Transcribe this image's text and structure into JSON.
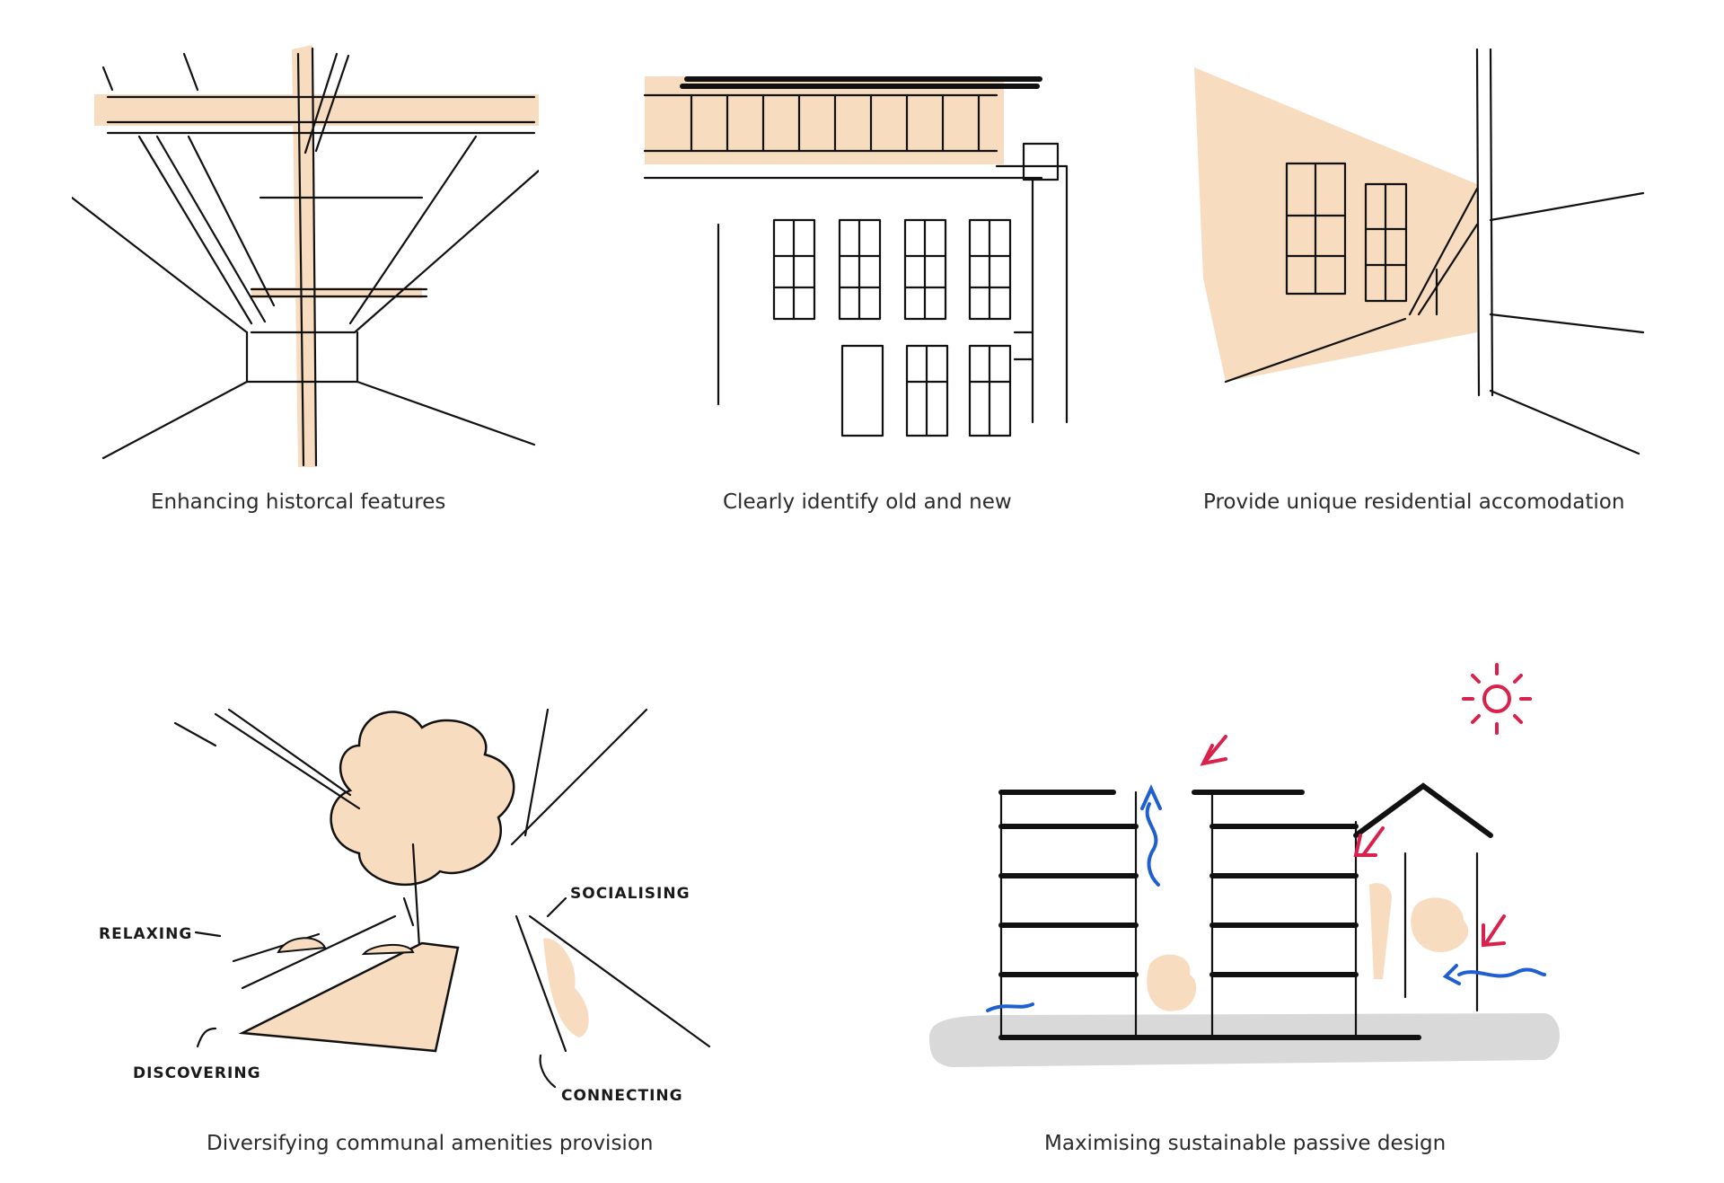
{
  "captions": {
    "p1": "Enhancing historcal features",
    "p2": "Clearly identify old and new",
    "p3": "Provide unique residential accomodation",
    "p4": "Diversifying communal amenities provision",
    "p5": "Maximising sustainable passive design"
  },
  "labels": {
    "relaxing": "RELAXING",
    "socialising": "SOCIALISING",
    "discovering": "DISCOVERING",
    "connecting": "CONNECTING"
  },
  "colors": {
    "peach": "#f7dcc0",
    "ink": "#111111",
    "blue_air": "#1f5fd1",
    "red_sun": "#d9214b",
    "ground": "#d9d9d9"
  },
  "icons": [
    "sun-icon",
    "arrow-icon"
  ]
}
